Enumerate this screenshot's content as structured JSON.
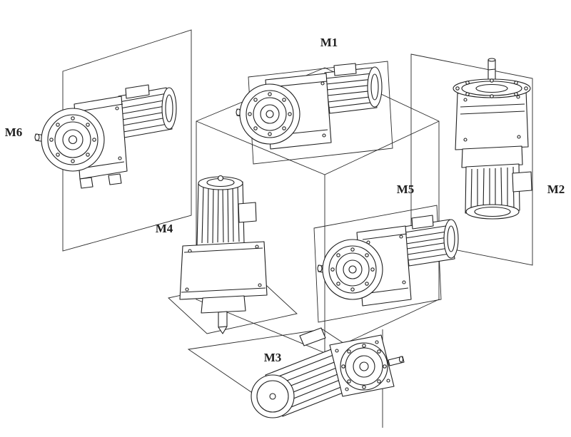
{
  "diagram": {
    "positions": [
      {
        "id": "m1",
        "label": "M1"
      },
      {
        "id": "m2",
        "label": "M2"
      },
      {
        "id": "m3",
        "label": "M3"
      },
      {
        "id": "m4",
        "label": "M4"
      },
      {
        "id": "m5",
        "label": "M5"
      },
      {
        "id": "m6",
        "label": "M6"
      }
    ],
    "colors": {
      "line": "#1f1f1f",
      "background": "#ffffff"
    }
  }
}
